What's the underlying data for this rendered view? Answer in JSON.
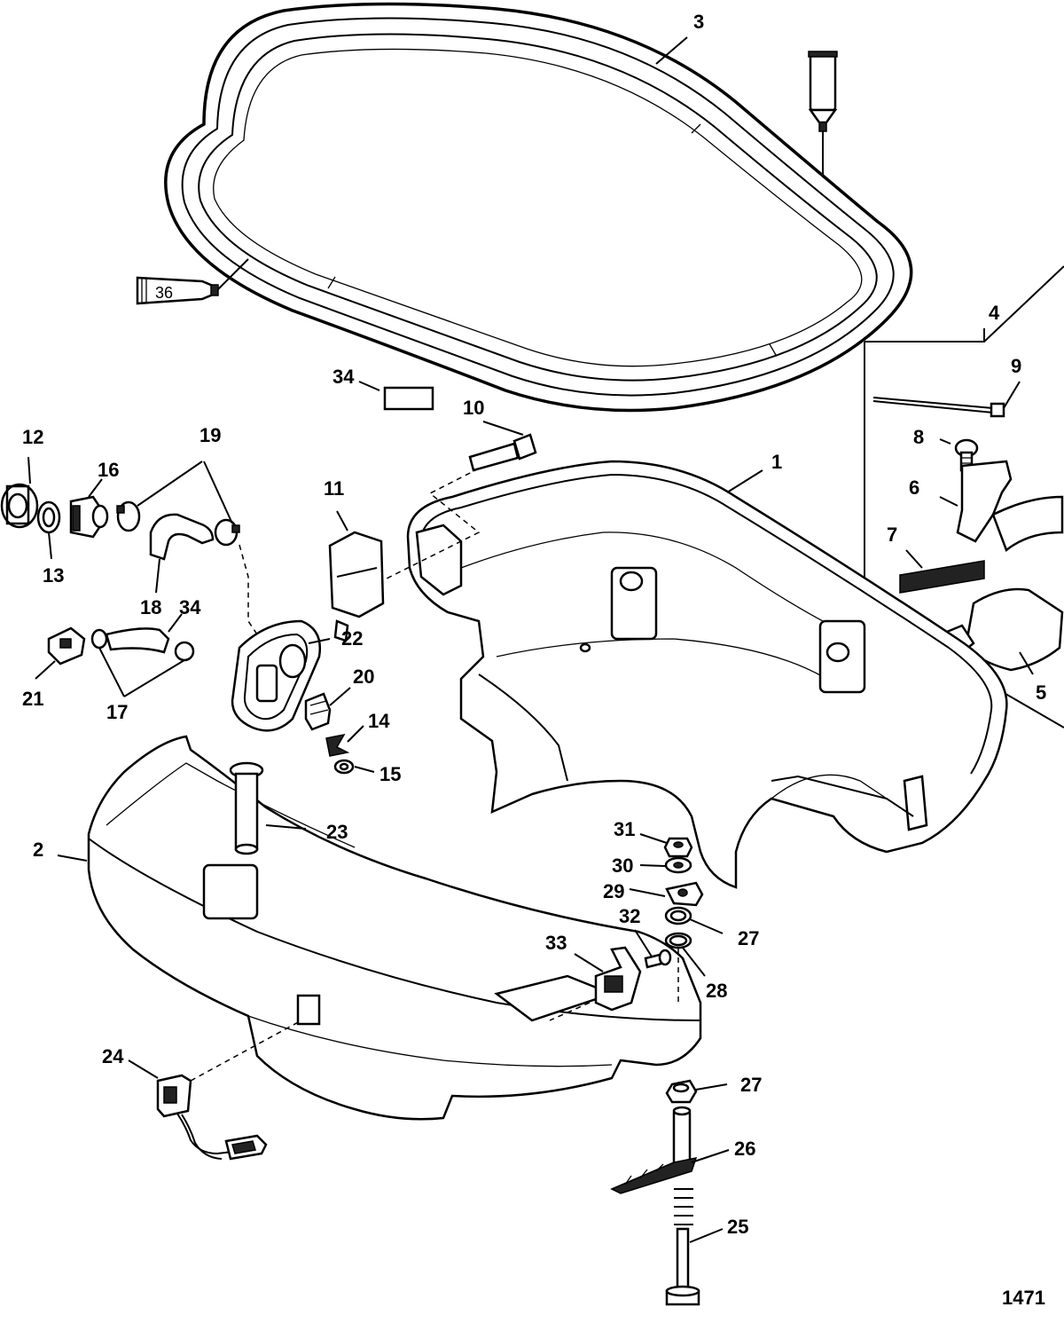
{
  "diagram": {
    "figure_number": "1471",
    "callouts": [
      {
        "id": "c1",
        "text": "1"
      },
      {
        "id": "c2",
        "text": "2"
      },
      {
        "id": "c3",
        "text": "3"
      },
      {
        "id": "c4",
        "text": "4"
      },
      {
        "id": "c5",
        "text": "5"
      },
      {
        "id": "c6",
        "text": "6"
      },
      {
        "id": "c7",
        "text": "7"
      },
      {
        "id": "c8",
        "text": "8"
      },
      {
        "id": "c9",
        "text": "9"
      },
      {
        "id": "c10",
        "text": "10"
      },
      {
        "id": "c11",
        "text": "11"
      },
      {
        "id": "c12",
        "text": "12"
      },
      {
        "id": "c13",
        "text": "13"
      },
      {
        "id": "c14",
        "text": "14"
      },
      {
        "id": "c15",
        "text": "15"
      },
      {
        "id": "c16",
        "text": "16"
      },
      {
        "id": "c17",
        "text": "17"
      },
      {
        "id": "c18",
        "text": "18"
      },
      {
        "id": "c19",
        "text": "19"
      },
      {
        "id": "c20",
        "text": "20"
      },
      {
        "id": "c21",
        "text": "21"
      },
      {
        "id": "c22",
        "text": "22"
      },
      {
        "id": "c23",
        "text": "23"
      },
      {
        "id": "c24",
        "text": "24"
      },
      {
        "id": "c25",
        "text": "25"
      },
      {
        "id": "c26",
        "text": "26"
      },
      {
        "id": "c27a",
        "text": "27"
      },
      {
        "id": "c27b",
        "text": "27"
      },
      {
        "id": "c28",
        "text": "28"
      },
      {
        "id": "c29",
        "text": "29"
      },
      {
        "id": "c30",
        "text": "30"
      },
      {
        "id": "c31",
        "text": "31"
      },
      {
        "id": "c32",
        "text": "32"
      },
      {
        "id": "c33",
        "text": "33"
      },
      {
        "id": "c34a",
        "text": "34"
      },
      {
        "id": "c34b",
        "text": "34"
      }
    ],
    "tube_label": "36"
  }
}
